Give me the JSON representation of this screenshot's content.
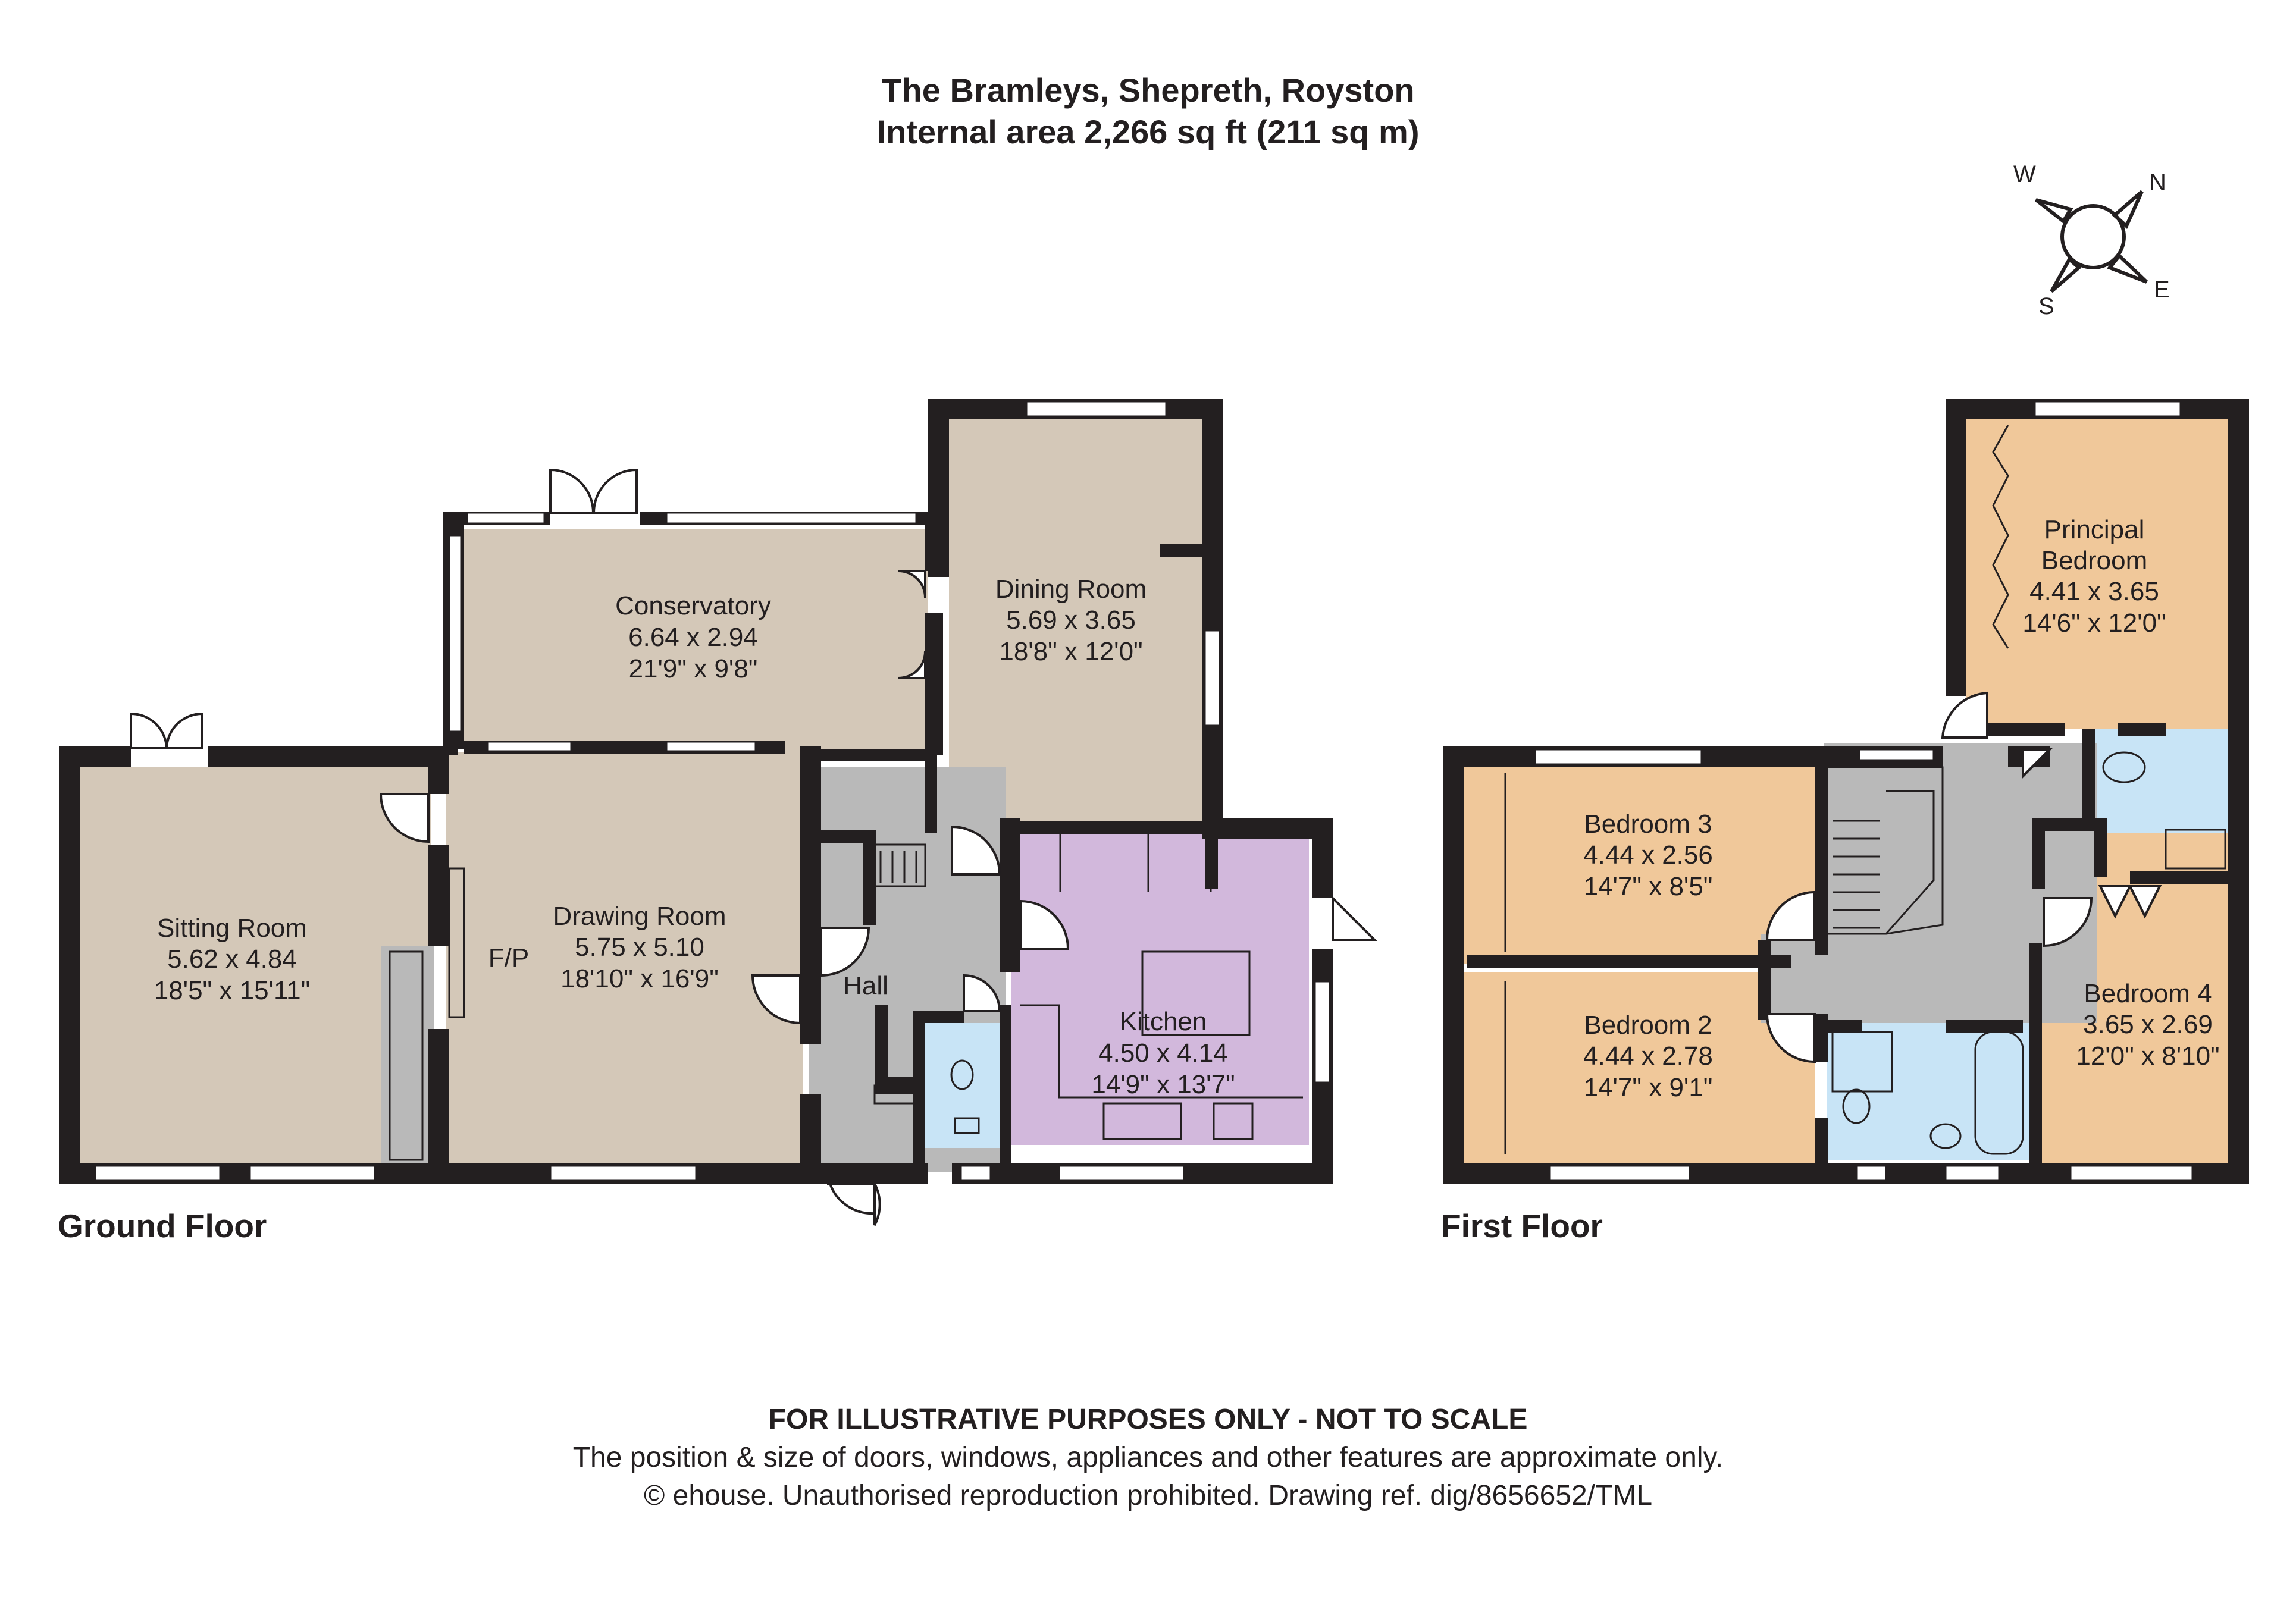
{
  "header": {
    "title": "The Bramleys, Shepreth, Royston",
    "area": "Internal area 2,266 sq ft (211 sq m)"
  },
  "compass": {
    "n": "N",
    "e": "E",
    "s": "S",
    "w": "W"
  },
  "floors": {
    "ground": "Ground Floor",
    "first": "First Floor"
  },
  "rooms": {
    "conservatory": {
      "name": "Conservatory",
      "metric": "6.64 x 2.94",
      "imperial": "21'9\" x 9'8\""
    },
    "dining": {
      "name": "Dining Room",
      "metric": "5.69 x 3.65",
      "imperial": "18'8\" x 12'0\""
    },
    "sitting": {
      "name": "Sitting Room",
      "metric": "5.62 x 4.84",
      "imperial": "18'5\" x 15'11\""
    },
    "drawing": {
      "name": "Drawing Room",
      "metric": "5.75 x 5.10",
      "imperial": "18'10\" x 16'9\""
    },
    "fireplace": "F/P",
    "hall": "Hall",
    "kitchen": {
      "name": "Kitchen",
      "metric": "4.50 x 4.14",
      "imperial": "14'9\" x 13'7\""
    },
    "principal": {
      "name1": "Principal",
      "name2": "Bedroom",
      "metric": "4.41 x 3.65",
      "imperial": "14'6\" x 12'0\""
    },
    "bedroom3": {
      "name": "Bedroom 3",
      "metric": "4.44 x 2.56",
      "imperial": "14'7\" x 8'5\""
    },
    "bedroom2": {
      "name": "Bedroom 2",
      "metric": "4.44 x 2.78",
      "imperial": "14'7\" x 9'1\""
    },
    "bedroom4": {
      "name": "Bedroom 4",
      "metric": "3.65 x 2.69",
      "imperial": "12'0\" x 8'10\""
    }
  },
  "colors": {
    "ground_room": "#d4c8b8",
    "circulation": "#b9b9b9",
    "kitchen": "#d2b8dc",
    "bedroom": "#f0c89a",
    "wet_room": "#c8e4f6",
    "wall": "#231f20"
  },
  "footer": {
    "disclaimer": "FOR ILLUSTRATIVE PURPOSES ONLY - NOT TO SCALE",
    "note": "The position & size of doors, windows, appliances and other features are approximate only.",
    "copyright": "© ehouse. Unauthorised reproduction prohibited. Drawing ref. dig/8656652/TML"
  }
}
